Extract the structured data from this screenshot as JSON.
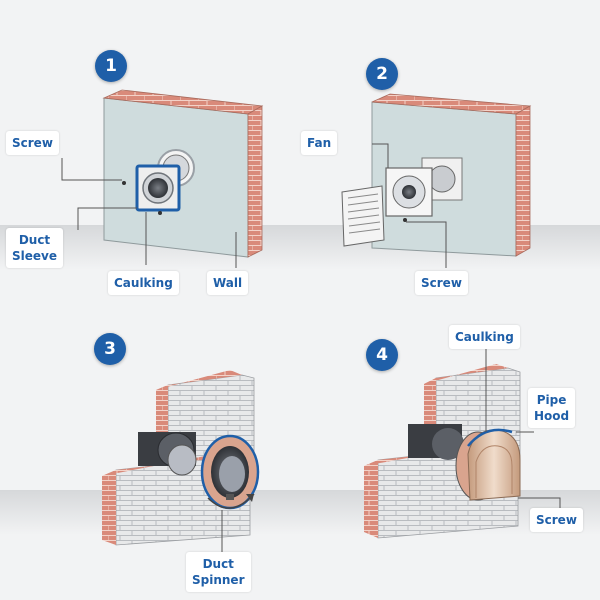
{
  "steps": [
    {
      "number": "1",
      "labels": {
        "screw": "Screw",
        "duct_sleeve": "Duct\nSleeve",
        "caulking": "Caulking",
        "wall": "Wall"
      }
    },
    {
      "number": "2",
      "labels": {
        "fan": "Fan",
        "screw": "Screw"
      }
    },
    {
      "number": "3",
      "labels": {
        "duct_spinner": "Duct\nSpinner"
      }
    },
    {
      "number": "4",
      "labels": {
        "caulking": "Caulking",
        "pipe_hood": "Pipe\nHood",
        "screw": "Screw"
      }
    }
  ],
  "colors": {
    "accent": "#1f5fa8",
    "brick": "#d98a7a",
    "wall_panel": "#c9d7d8",
    "block": "#e6e6e6"
  }
}
